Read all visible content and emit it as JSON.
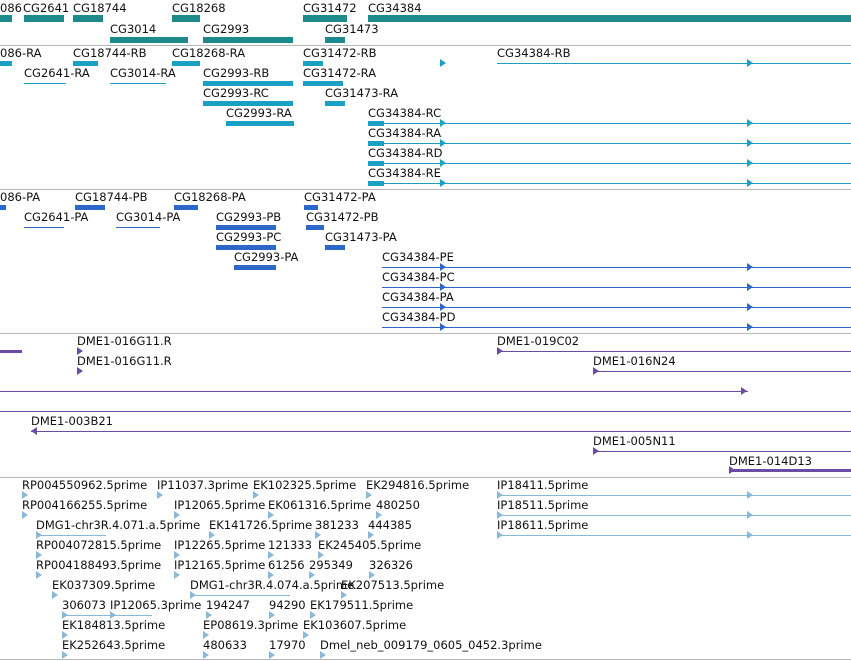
{
  "colors": {
    "gene": "#1f8a8a",
    "mrna": "#1aa0c4",
    "protein": "#2d67c9",
    "clone": "#6a4ba6",
    "est": "#8ab8d8",
    "separator": "#b8b8b8"
  },
  "tracks": {
    "genes": {
      "labels": [
        "086",
        "CG2641",
        "CG18744",
        "CG18268",
        "CG31472",
        "CG34384",
        "CG3014",
        "CG2993",
        "CG31473"
      ]
    },
    "mrna": {
      "labels": [
        "086-RA",
        "CG18744-RB",
        "CG18268-RA",
        "CG31472-RB",
        "CG34384-RB",
        "CG2641-RA",
        "CG3014-RA",
        "CG2993-RB",
        "CG31472-RA",
        "CG2993-RC",
        "CG31473-RA",
        "CG2993-RA",
        "CG34384-RC",
        "CG34384-RA",
        "CG34384-RD",
        "CG34384-RE"
      ]
    },
    "proteins": {
      "labels": [
        "086-PA",
        "CG18744-PB",
        "CG18268-PA",
        "CG31472-PA",
        "CG2641-PA",
        "CG3014-PA",
        "CG2993-PB",
        "CG31472-PB",
        "CG2993-PC",
        "CG31473-PA",
        "CG2993-PA",
        "CG34384-PE",
        "CG34384-PC",
        "CG34384-PA",
        "CG34384-PD"
      ]
    },
    "clones": {
      "labels": [
        "DME1-016G11.R",
        "DME1-019C02",
        "DME1-016G11.R",
        "DME1-016N24",
        "DME1-003B21",
        "DME1-005N11",
        "DME1-014D13"
      ]
    },
    "ests": {
      "labels": [
        "RP004550962.5prime",
        "IP11037.3prime",
        "EK102325.5prime",
        "EK294816.5prime",
        "IP18411.5prime",
        "RP004166255.5prime",
        "IP12065.5prime",
        "EK061316.5prime",
        "480250",
        "IP18511.5prime",
        "DMG1-chr3R.4.071.a.5prime",
        "EK141726.5prime",
        "381233",
        "444385",
        "IP18611.5prime",
        "RP004072815.5prime",
        "IP12265.5prime",
        "121333",
        "EK245405.5prime",
        "RP004188493.5prime",
        "IP12165.5prime",
        "61256",
        "295349",
        "326326",
        "EK037309.5prime",
        "DMG1-chr3R.4.074.a.5prime",
        "EK207513.5prime",
        "306073",
        "IP12065.3prime",
        "194247",
        "94290",
        "EK179511.5prime",
        "EK184813.5prime",
        "EP08619.3prime",
        "EK103607.5prime",
        "EK252643.5prime",
        "480633",
        "17970",
        "Dmel_neb_009179_0605_0452.3prime"
      ]
    }
  }
}
